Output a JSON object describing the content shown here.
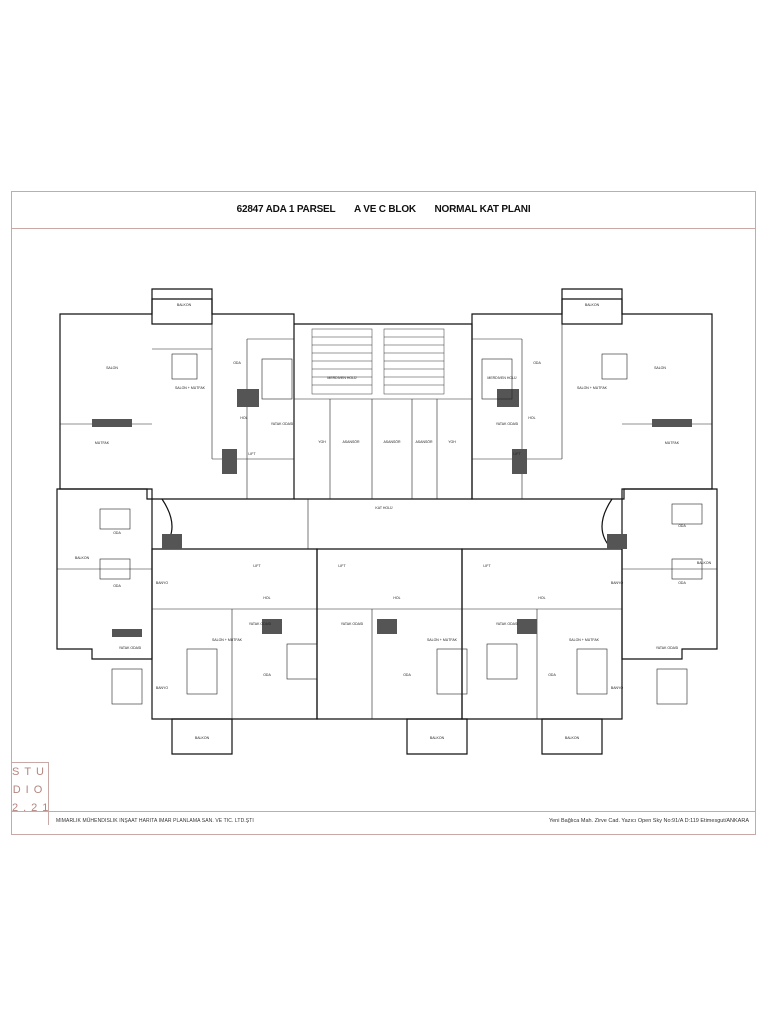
{
  "title": {
    "part1": "62847 ADA 1 PARSEL",
    "part2": "A VE C BLOK",
    "part3": "NORMAL KAT PLANI"
  },
  "logo": {
    "line1": "STU",
    "line2": "DIO",
    "line3": "2.21"
  },
  "footer": {
    "company": "MIMARLIK MÜHENDISLIK INŞAAT HARITA IMAR PLANLAMA SAN. VE TIC. LTD.ŞTI",
    "address": "Yeni Bağlıca Mah. Zirve Cad. Yazıcı Open Sky  No:91/A  D:119  Etimesgut/ANKARA"
  },
  "plan": {
    "core_label": "KAT HOLÜ",
    "labels": {
      "salon": "SALON",
      "mutfak": "MUTFAK",
      "oda": "ODA",
      "hol": "HOL",
      "yatak_odasi": "YATAK ODASI",
      "balkon": "BALKON",
      "salon_mutfak": "SALON + MUTFAK",
      "asansor": "ASANSÖR",
      "ygh": "YGH",
      "lift": "LIFT",
      "banyo": "BANYO",
      "merdiven_holu": "MERDIVEN HOLÜ"
    }
  }
}
